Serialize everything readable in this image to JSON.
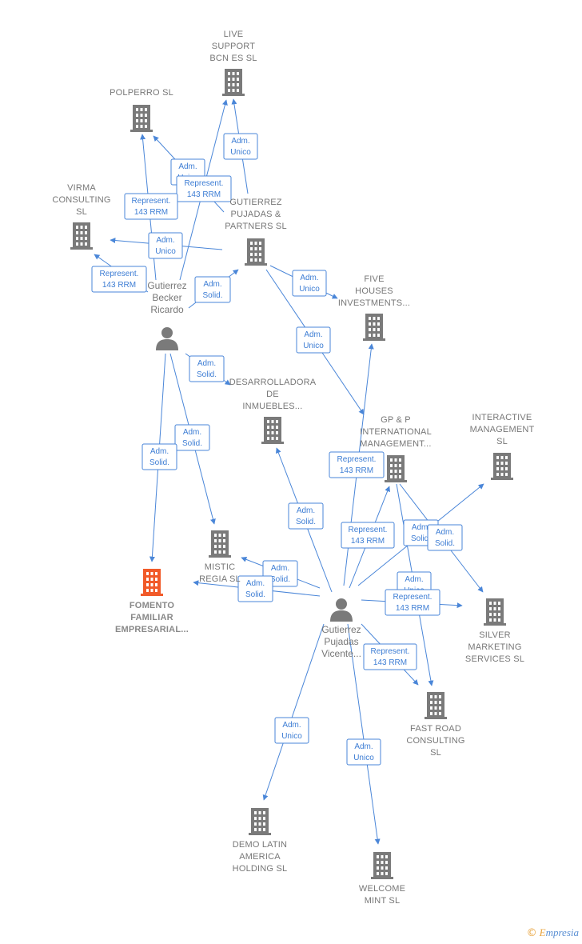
{
  "colors": {
    "edge": "#4a86d8",
    "node": "#7a7a7a",
    "highlight": "#f15a29",
    "text": "#777777"
  },
  "nodes": [
    {
      "id": "live_support",
      "type": "company",
      "lines": [
        "LIVE",
        "SUPPORT",
        "BCN ES  SL"
      ]
    },
    {
      "id": "polperro",
      "type": "company",
      "lines": [
        "POLPERRO  SL"
      ]
    },
    {
      "id": "virma",
      "type": "company",
      "lines": [
        "VIRMA",
        "CONSULTING",
        "SL"
      ]
    },
    {
      "id": "gutierrez_pujadas_partners",
      "type": "company",
      "lines": [
        "GUTIERREZ",
        "PUJADAS &",
        "PARTNERS  SL"
      ]
    },
    {
      "id": "five_houses",
      "type": "company",
      "lines": [
        "FIVE",
        "HOUSES",
        "INVESTMENTS..."
      ]
    },
    {
      "id": "desarrolladora",
      "type": "company",
      "lines": [
        "DESARROLLADORA",
        "DE",
        "INMUEBLES..."
      ]
    },
    {
      "id": "gp_p",
      "type": "company",
      "lines": [
        "GP & P",
        "INTERNATIONAL",
        "MANAGEMENT..."
      ]
    },
    {
      "id": "interactive",
      "type": "company",
      "lines": [
        "INTERACTIVE",
        "MANAGEMENT",
        "SL"
      ]
    },
    {
      "id": "mistic_regia",
      "type": "company",
      "lines": [
        "MISTIC",
        "REGIA  SL"
      ]
    },
    {
      "id": "fomento",
      "type": "company_main",
      "lines": [
        "FOMENTO",
        "FAMILIAR",
        "EMPRESARIAL..."
      ]
    },
    {
      "id": "silver",
      "type": "company",
      "lines": [
        "SILVER",
        "MARKETING",
        "SERVICES  SL"
      ]
    },
    {
      "id": "fast_road",
      "type": "company",
      "lines": [
        "FAST ROAD",
        "CONSULTING",
        "SL"
      ]
    },
    {
      "id": "demo_latin",
      "type": "company",
      "lines": [
        "DEMO LATIN",
        "AMERICA",
        "HOLDING  SL"
      ]
    },
    {
      "id": "welcome_mint",
      "type": "company",
      "lines": [
        "WELCOME",
        "MINT  SL"
      ]
    },
    {
      "id": "gutierrez_becker",
      "type": "person",
      "lines": [
        "Gutierrez",
        "Becker",
        "Ricardo"
      ]
    },
    {
      "id": "gutierrez_pujadas",
      "type": "person",
      "lines": [
        "Gutierrez",
        "Pujadas",
        "Vicente..."
      ]
    }
  ],
  "edge_labels": [
    {
      "id": "e1",
      "lines": [
        "Adm.",
        "Unico"
      ]
    },
    {
      "id": "e2",
      "lines": [
        "Adm.",
        "Unico"
      ]
    },
    {
      "id": "e3",
      "lines": [
        "Represent.",
        "143 RRM"
      ]
    },
    {
      "id": "e4",
      "lines": [
        "Represent.",
        "143 RRM"
      ]
    },
    {
      "id": "e5",
      "lines": [
        "Adm.",
        "Unico"
      ]
    },
    {
      "id": "e6",
      "lines": [
        "Represent.",
        "143 RRM"
      ]
    },
    {
      "id": "e7",
      "lines": [
        "Adm.",
        "Solid."
      ]
    },
    {
      "id": "e8",
      "lines": [
        "Adm.",
        "Unico"
      ]
    },
    {
      "id": "e9",
      "lines": [
        "Adm.",
        "Unico"
      ]
    },
    {
      "id": "e10",
      "lines": [
        "Adm.",
        "Solid."
      ]
    },
    {
      "id": "e11",
      "lines": [
        "Adm.",
        "Solid."
      ]
    },
    {
      "id": "e12",
      "lines": [
        "Adm.",
        "Solid."
      ]
    },
    {
      "id": "e13",
      "lines": [
        "Represent.",
        "143 RRM"
      ]
    },
    {
      "id": "e14",
      "lines": [
        "Adm.",
        "Solid."
      ]
    },
    {
      "id": "e15",
      "lines": [
        "Represent.",
        "143 RRM"
      ]
    },
    {
      "id": "e16",
      "lines": [
        "Adm.",
        "Solid."
      ]
    },
    {
      "id": "e17",
      "lines": [
        "Adm.",
        "Solid."
      ]
    },
    {
      "id": "e18",
      "lines": [
        "Adm.",
        "Solid."
      ]
    },
    {
      "id": "e19",
      "lines": [
        "Adm.",
        "Solid."
      ]
    },
    {
      "id": "e20",
      "lines": [
        "Adm.",
        "Unico"
      ]
    },
    {
      "id": "e21",
      "lines": [
        "Represent.",
        "143 RRM"
      ]
    },
    {
      "id": "e22",
      "lines": [
        "Represent.",
        "143 RRM"
      ]
    },
    {
      "id": "e23",
      "lines": [
        "Adm.",
        "Unico"
      ]
    },
    {
      "id": "e24",
      "lines": [
        "Adm.",
        "Unico"
      ]
    }
  ],
  "footer": {
    "copyright": "©",
    "brand_first": "E",
    "brand_rest": "mpresia"
  }
}
